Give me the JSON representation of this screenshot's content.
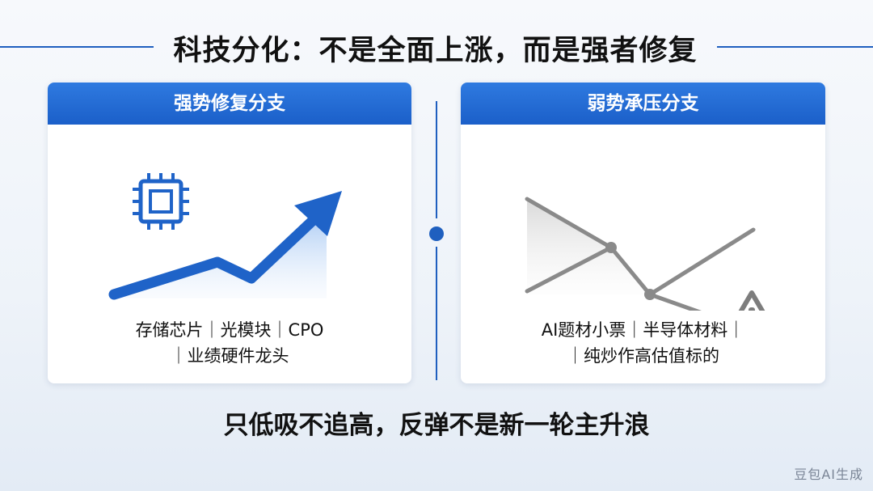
{
  "title": "科技分化：不是全面上涨，而是强者修复",
  "left_panel": {
    "header": "强势修复分支",
    "caption_line1": "存储芯片｜光模块｜CPO",
    "caption_line2": "｜业绩硬件龙头",
    "icon": "chip-icon",
    "chart_icon": "rising-arrow-icon"
  },
  "right_panel": {
    "header": "弱势承压分支",
    "caption_line1": "AI题材小票｜半导体材料｜",
    "caption_line2": "｜纯炒作高估值标的",
    "icon": "warning-icon",
    "chart_icon": "falling-line-icon"
  },
  "conclusion": "只低吸不追高，反弹不是新一轮主升浪",
  "watermark": "豆包AI生成",
  "colors": {
    "accent": "#1f5fbf",
    "header_blue": "#2370d6",
    "decline_gray": "#8a8a8a"
  }
}
